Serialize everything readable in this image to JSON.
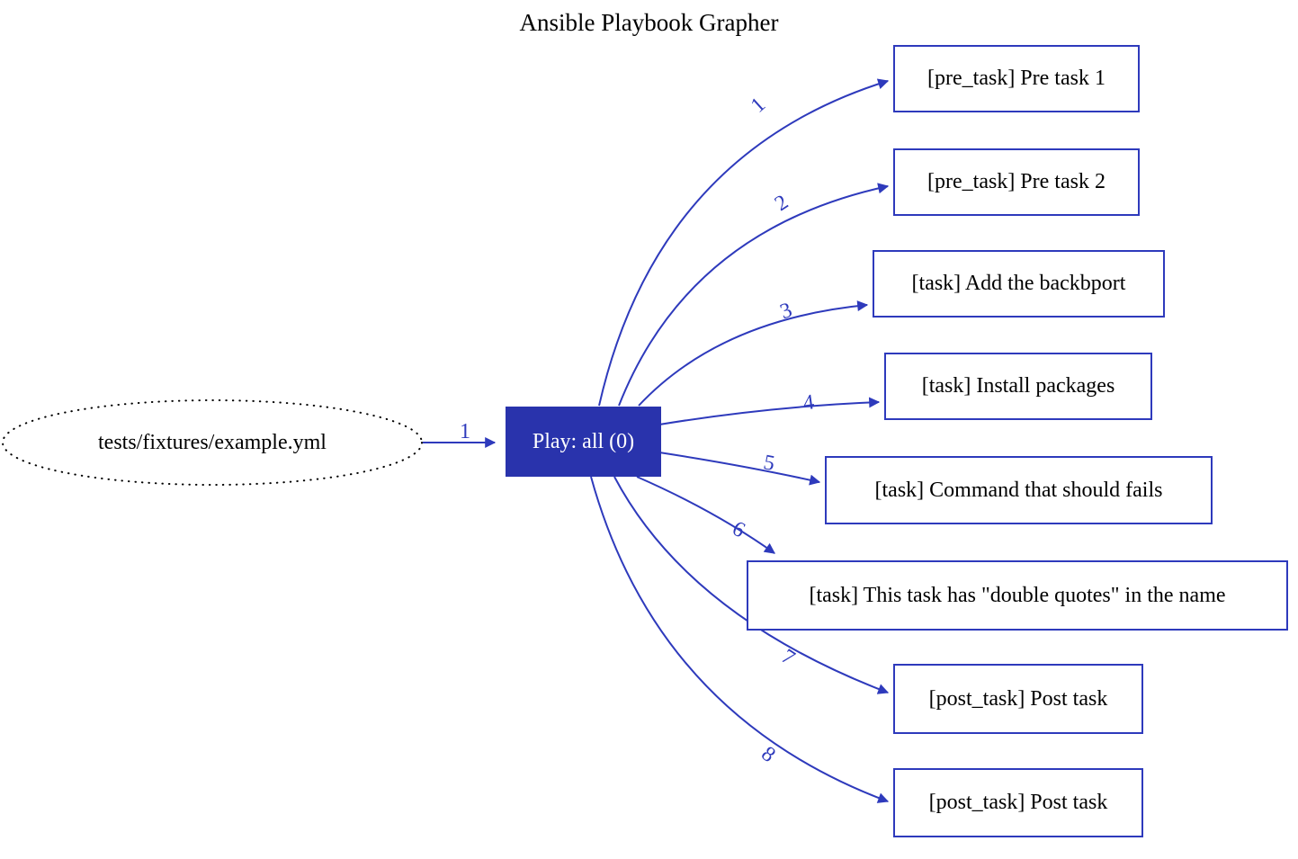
{
  "title": "Ansible Playbook Grapher",
  "colors": {
    "edge_blue": "#2e3abc",
    "play_fill": "#2933ac",
    "play_text": "#ffffff",
    "task_text": "#000000",
    "playbook_outline": "#000000",
    "background": "#ffffff"
  },
  "playbook": {
    "label": "tests/fixtures/example.yml"
  },
  "playbook_edge": {
    "label": "1"
  },
  "play": {
    "label": "Play: all (0)"
  },
  "tasks": [
    {
      "label": "[pre_task] Pre task 1",
      "edge_label": "1"
    },
    {
      "label": "[pre_task] Pre task 2",
      "edge_label": "2"
    },
    {
      "label": "[task] Add the backbport",
      "edge_label": "3"
    },
    {
      "label": "[task] Install packages",
      "edge_label": "4"
    },
    {
      "label": "[task] Command that should fails",
      "edge_label": "5"
    },
    {
      "label": "[task] This task has \"double quotes\" in the name",
      "edge_label": "6"
    },
    {
      "label": "[post_task] Post task",
      "edge_label": "7"
    },
    {
      "label": "[post_task] Post task",
      "edge_label": "8"
    }
  ]
}
